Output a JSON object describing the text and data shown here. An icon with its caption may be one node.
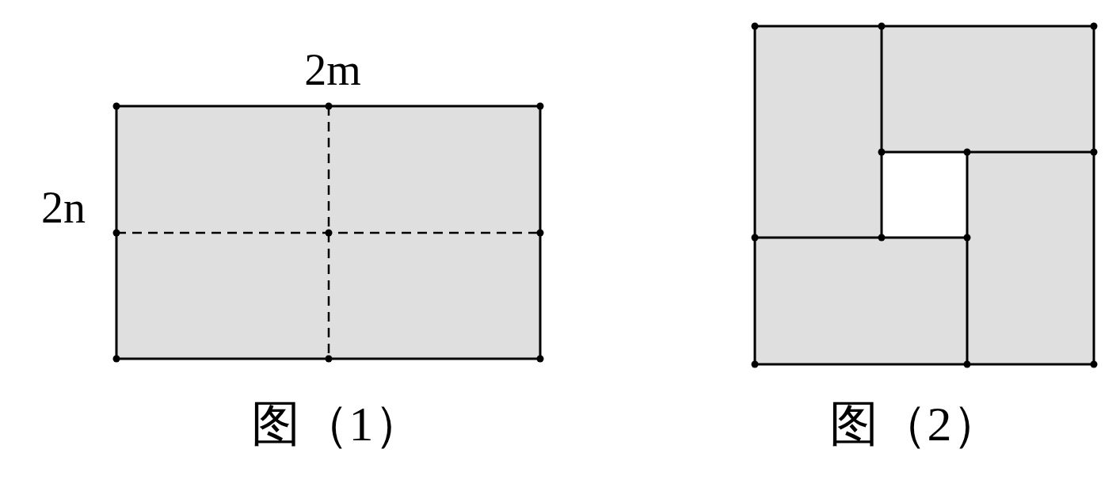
{
  "diagram": {
    "labels": [
      "2m",
      "2n",
      "图（1）",
      "图（2）"
    ]
  }
}
